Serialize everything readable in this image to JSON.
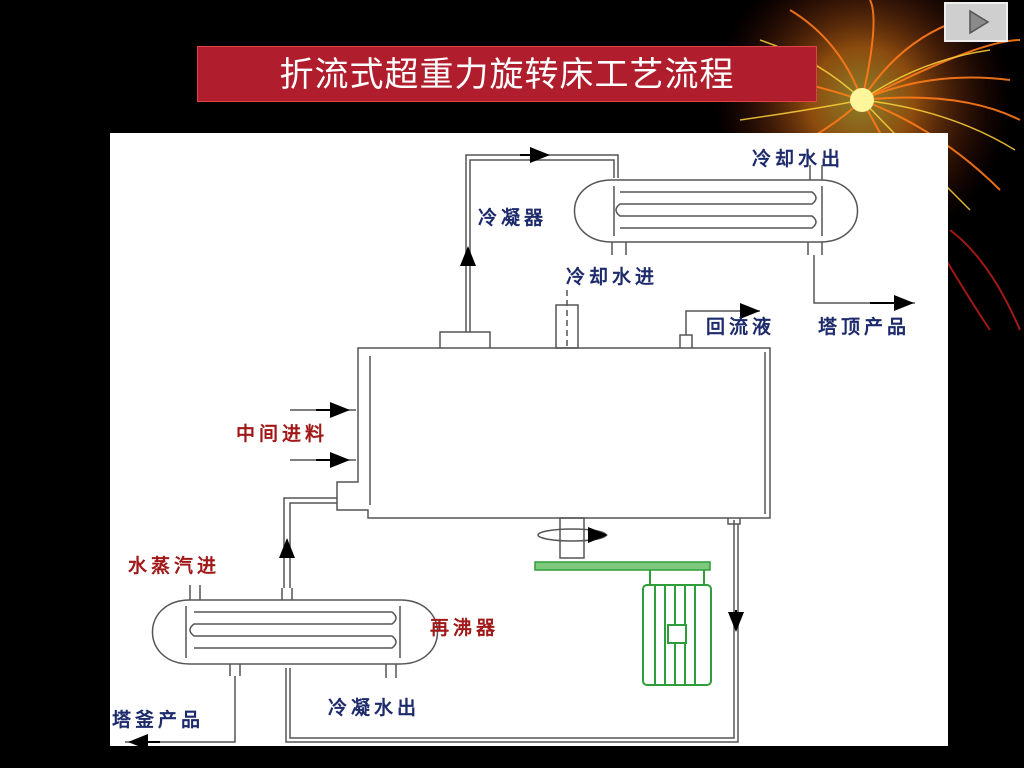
{
  "slide": {
    "title": "折流式超重力旋转床工艺流程"
  },
  "labels": {
    "condenser": "冷凝器",
    "cooling_water_out": "冷却水出",
    "cooling_water_in": "冷却水进",
    "reflux": "回流液",
    "top_product": "塔顶产品",
    "middle_feed": "中间进料",
    "steam_in": "水蒸汽进",
    "reboiler": "再沸器",
    "condensate_out": "冷凝水出",
    "bottom_product": "塔釜产品"
  },
  "colors": {
    "title_bg": "#b01e2d",
    "label_navy": "#1d2a6b",
    "label_red": "#a01818",
    "motor_green": "#2e9e3a"
  }
}
